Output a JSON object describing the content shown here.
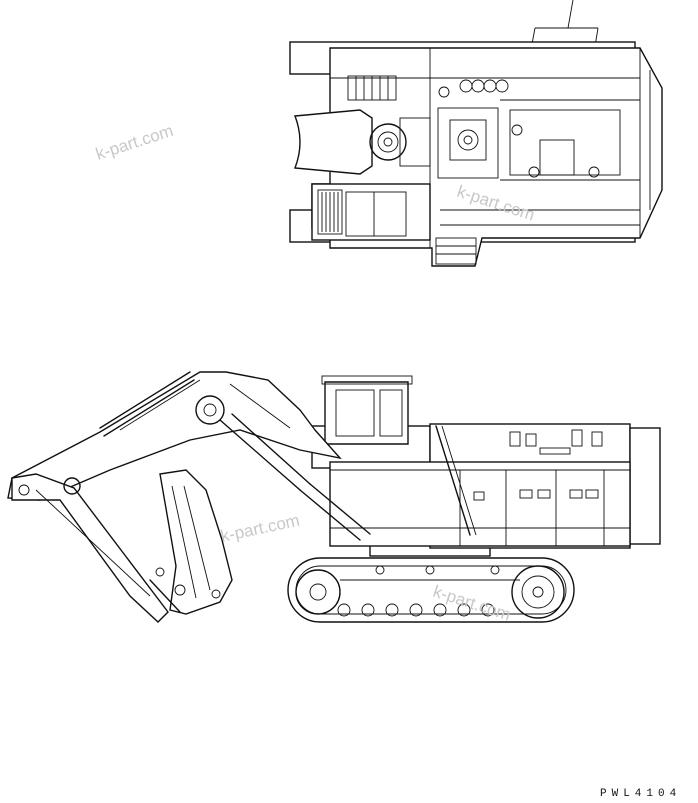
{
  "drawing": {
    "code": "PWL4104",
    "watermarks": [
      "k-part.com",
      "k-part.com",
      "k-part.com",
      "k-part.com"
    ]
  }
}
